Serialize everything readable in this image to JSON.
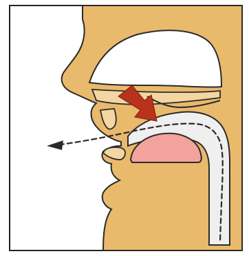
{
  "diagram": {
    "colors": {
      "skin": "#E9B96C",
      "skin_light": "#F3D6A2",
      "outline": "#2A2A2A",
      "cavity": "#FFFFFF",
      "airway": "#EFEFEF",
      "tongue": "#F2A39C",
      "arrow": "#B8321C",
      "background": "#FFFFFF",
      "frame": "#222222"
    },
    "parts": {
      "head": "head-profile",
      "nasal_cavity": "nasal-cavity",
      "hard_palate": "hard-palate",
      "velum": "soft-palate-velum",
      "upper_teeth": "upper-teeth",
      "lower_lip": "lower-lip",
      "tongue": "tongue",
      "pharynx": "pharynx-airway",
      "airflow": "airflow-dashed-path",
      "arrow": "velum-raising-arrow"
    }
  }
}
